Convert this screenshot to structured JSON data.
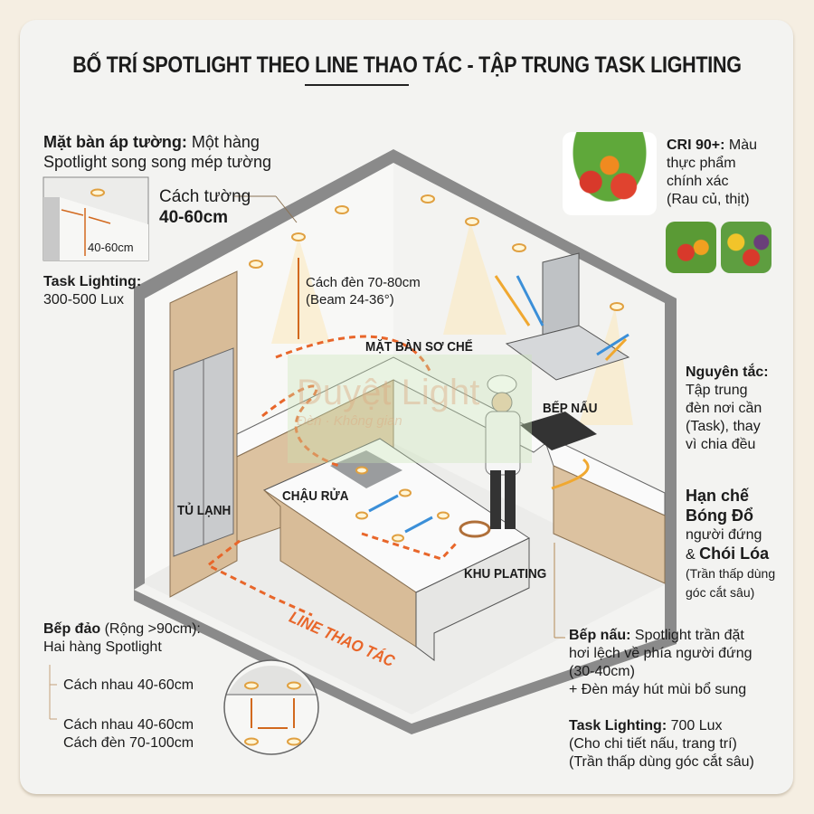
{
  "title": "BỐ TRÍ SPOTLIGHT THEO LINE THAO TÁC - TẬP TRUNG TASK LIGHTING",
  "wall_counter": {
    "heading": "Mặt bàn áp tường:",
    "text_1": "Một hàng",
    "text_2": "Spotlight song song mép tường",
    "inset_dimension": "40-60cm",
    "distance_label": "Cách tường",
    "distance_value": "40-60cm"
  },
  "task_lighting_left": {
    "heading": "Task Lighting:",
    "value": "300-500 Lux"
  },
  "light_spacing": {
    "line_1": "Cách đèn 70-80cm",
    "line_2": "(Beam 24-36°)"
  },
  "cri": {
    "heading": "CRI 90+:",
    "line_1": "Màu",
    "line_2": "thực phẩm",
    "line_3": "chính xác",
    "line_4": "(Rau củ, thịt)"
  },
  "principle": {
    "heading": "Nguyên tắc:",
    "lines": [
      "Tập trung",
      "đèn nơi cần",
      "(Task), thay",
      "vì chia đều"
    ]
  },
  "glare": {
    "heading_1": "Hạn chế",
    "heading_2": "Bóng Đổ",
    "line_1": "người đứng",
    "amp": "& ",
    "heading_3": "Chói Lóa",
    "line_2": "(Trần thấp dùng",
    "line_3": "góc cắt sâu)"
  },
  "zones": {
    "prep": "MẶT BÀN SƠ CHẾ",
    "cooktop": "BẾP NẤU",
    "sink": "CHẬU RỬA",
    "fridge": "TỦ LẠNH",
    "plating": "KHU PLATING",
    "work_line": "LINE THAO TÁC"
  },
  "island": {
    "heading": "Bếp đảo",
    "heading_note": "(Rộng >90cm):",
    "line_1": "Hai hàng Spotlight",
    "spec_1": "Cách nhau 40-60cm",
    "spec_2a": "Cách nhau 40-60cm",
    "spec_2b": "Cách đèn 70-100cm"
  },
  "cooking": {
    "heading": "Bếp nấu:",
    "line_1": "Spotlight trần đặt",
    "line_2": "hơi lệch về phía người đứng",
    "line_3": "(30-40cm)",
    "line_4": "+ Đèn máy hút mùi bổ sung",
    "task_heading": "Task Lighting:",
    "task_value": "700 Lux",
    "note_1": "(Cho chi tiết nấu, trang trí)",
    "note_2": "(Trần thấp dùng góc cắt sâu)"
  },
  "watermark": {
    "line_1": "Duyệt Light",
    "line_2": "Đèn · Không gian"
  },
  "colors": {
    "accent_orange": "#e8662a",
    "arrow_blue": "#3b8fd8",
    "wood": "#dcc2a0",
    "wall": "#f7f7f5",
    "outline": "#555555"
  }
}
